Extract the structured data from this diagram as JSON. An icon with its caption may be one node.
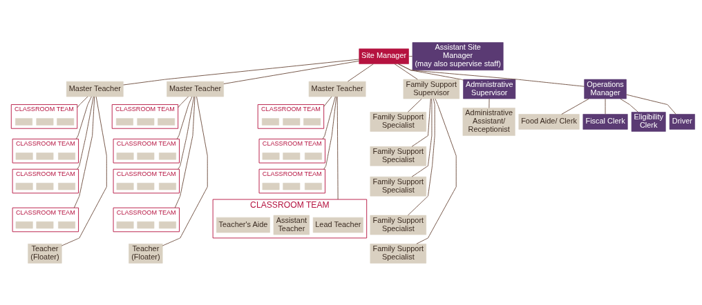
{
  "diagram": {
    "nodes": [
      {
        "text": [
          "Site Manager"
        ]
      },
      {
        "text": [
          "Assistant Site Manager",
          "(may also supervise staff)"
        ]
      },
      {
        "text": [
          "Master Teacher"
        ]
      },
      {
        "text": [
          "Master Teacher"
        ]
      },
      {
        "text": [
          "Master Teacher"
        ]
      },
      {
        "text": [
          "Family Support Supervisor"
        ]
      },
      {
        "text": [
          "Administrative Supervisor"
        ]
      },
      {
        "text": [
          "Operations Manager"
        ]
      },
      {
        "text": [
          "CLASSROOM TEAM"
        ]
      },
      {
        "text": [],
        "shape": "box",
        "in": 8
      },
      {
        "text": [],
        "shape": "box",
        "in": 8
      },
      {
        "text": [],
        "shape": "box",
        "in": 8
      },
      {
        "text": [
          "CLASSROOM TEAM"
        ]
      },
      {
        "text": [],
        "shape": "box",
        "in": 12
      },
      {
        "text": [],
        "shape": "box",
        "in": 12
      },
      {
        "text": [],
        "shape": "box",
        "in": 12
      },
      {
        "text": [
          "CLASSROOM TEAM"
        ]
      },
      {
        "text": [],
        "shape": "box",
        "in": 16
      },
      {
        "text": [],
        "shape": "box",
        "in": 16
      },
      {
        "text": [],
        "shape": "box",
        "in": 16
      },
      {
        "text": [
          "CLASSROOM TEAM"
        ]
      },
      {
        "text": [],
        "shape": "box",
        "in": 20
      },
      {
        "text": [],
        "shape": "box",
        "in": 20
      },
      {
        "text": [],
        "shape": "box",
        "in": 20
      },
      {
        "text": [
          "CLASSROOM TEAM"
        ]
      },
      {
        "text": [],
        "shape": "box",
        "in": 24
      },
      {
        "text": [],
        "shape": "box",
        "in": 24
      },
      {
        "text": [],
        "shape": "box",
        "in": 24
      },
      {
        "text": [
          "CLASSROOM TEAM"
        ]
      },
      {
        "text": [],
        "shape": "box",
        "in": 28
      },
      {
        "text": [],
        "shape": "box",
        "in": 28
      },
      {
        "text": [],
        "shape": "box",
        "in": 28
      },
      {
        "text": [
          "CLASSROOM TEAM"
        ]
      },
      {
        "text": [],
        "shape": "box",
        "in": 32
      },
      {
        "text": [],
        "shape": "box",
        "in": 32
      },
      {
        "text": [],
        "shape": "box",
        "in": 32
      },
      {
        "text": [
          "CLASSROOM TEAM"
        ]
      },
      {
        "text": [],
        "shape": "box",
        "in": 36
      },
      {
        "text": [],
        "shape": "box",
        "in": 36
      },
      {
        "text": [],
        "shape": "box",
        "in": 36
      },
      {
        "text": [
          "CLASSROOM TEAM"
        ]
      },
      {
        "text": [],
        "shape": "box",
        "in": 40
      },
      {
        "text": [],
        "shape": "box",
        "in": 40
      },
      {
        "text": [],
        "shape": "box",
        "in": 40
      },
      {
        "text": [
          "CLASSROOM TEAM"
        ]
      },
      {
        "text": [],
        "shape": "box",
        "in": 44
      },
      {
        "text": [],
        "shape": "box",
        "in": 44
      },
      {
        "text": [],
        "shape": "box",
        "in": 44
      },
      {
        "text": [
          "CLASSROOM TEAM"
        ]
      },
      {
        "text": [],
        "shape": "box",
        "in": 48
      },
      {
        "text": [],
        "shape": "box",
        "in": 48
      },
      {
        "text": [],
        "shape": "box",
        "in": 48
      },
      {
        "text": [
          "CLASSROOM TEAM"
        ]
      },
      {
        "text": [
          "Lead Teacher"
        ],
        "in": 52
      },
      {
        "text": [
          "Assistant Teacher"
        ],
        "in": 52
      },
      {
        "text": [
          "Teacher's Aide"
        ],
        "in": 52
      },
      {
        "text": [
          "Family Support Specialist"
        ]
      },
      {
        "text": [
          "Family Support Specialist"
        ]
      },
      {
        "text": [
          "Family Support Specialist"
        ]
      },
      {
        "text": [
          "Family Support Specialist"
        ]
      },
      {
        "text": [
          "Family Support Specialist"
        ]
      },
      {
        "text": [
          "Administrative Assistant/ Receptionist"
        ]
      },
      {
        "text": [
          "Teacher (Floater)"
        ]
      },
      {
        "text": [
          "Teacher (Floater)"
        ]
      },
      {
        "text": [
          "Food Aide/ Clerk"
        ]
      },
      {
        "text": [
          "Fiscal Clerk"
        ]
      },
      {
        "text": [
          "Eligibility Clerk"
        ]
      },
      {
        "text": [
          "Driver"
        ]
      }
    ],
    "edges": [
      {
        "from": 0,
        "to": 1,
        "arrow": "none"
      },
      {
        "from": 0,
        "to": 2,
        "arrow": "none"
      },
      {
        "from": 0,
        "to": 3,
        "arrow": "none"
      },
      {
        "from": 0,
        "to": 4,
        "arrow": "none"
      },
      {
        "from": 0,
        "to": 5,
        "arrow": "none"
      },
      {
        "from": 0,
        "to": 6,
        "arrow": "none"
      },
      {
        "from": 0,
        "to": 7,
        "arrow": "none"
      },
      {
        "from": 2,
        "to": 8,
        "arrow": "none"
      },
      {
        "from": 2,
        "to": 12,
        "arrow": "none"
      },
      {
        "from": 2,
        "to": 16,
        "arrow": "none"
      },
      {
        "from": 2,
        "to": 20,
        "arrow": "none"
      },
      {
        "from": 2,
        "to": 62,
        "arrow": "none"
      },
      {
        "from": 3,
        "to": 24,
        "arrow": "none"
      },
      {
        "from": 3,
        "to": 28,
        "arrow": "none"
      },
      {
        "from": 3,
        "to": 32,
        "arrow": "none"
      },
      {
        "from": 3,
        "to": 36,
        "arrow": "none"
      },
      {
        "from": 3,
        "to": 63,
        "arrow": "none"
      },
      {
        "from": 4,
        "to": 40,
        "arrow": "none"
      },
      {
        "from": 4,
        "to": 44,
        "arrow": "none"
      },
      {
        "from": 4,
        "to": 48,
        "arrow": "none"
      },
      {
        "from": 4,
        "to": 52,
        "arrow": "none"
      },
      {
        "from": 5,
        "to": 56,
        "arrow": "none"
      },
      {
        "from": 5,
        "to": 57,
        "arrow": "none"
      },
      {
        "from": 5,
        "to": 58,
        "arrow": "none"
      },
      {
        "from": 5,
        "to": 59,
        "arrow": "none"
      },
      {
        "from": 5,
        "to": 60,
        "arrow": "none"
      },
      {
        "from": 6,
        "to": 61,
        "arrow": "none"
      },
      {
        "from": 7,
        "to": 64,
        "arrow": "none"
      },
      {
        "from": 7,
        "to": 65,
        "arrow": "none"
      },
      {
        "from": 7,
        "to": 66,
        "arrow": "none"
      },
      {
        "from": 7,
        "to": 67,
        "arrow": "none"
      }
    ]
  }
}
